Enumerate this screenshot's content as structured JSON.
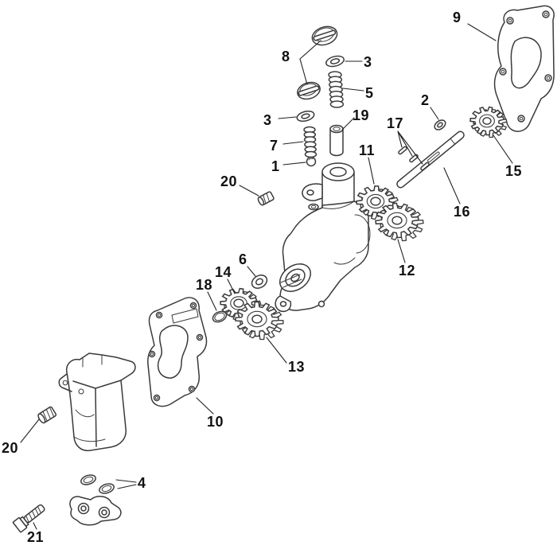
{
  "diagram": {
    "type": "exploded-parts-diagram",
    "background": "#ffffff",
    "line_color": "#3a3a3a",
    "label_color": "#111111",
    "callouts": [
      {
        "label": "8"
      },
      {
        "label": "3"
      },
      {
        "label": "5"
      },
      {
        "label": "3"
      },
      {
        "label": "19"
      },
      {
        "label": "7"
      },
      {
        "label": "1"
      },
      {
        "label": "9"
      },
      {
        "label": "2"
      },
      {
        "label": "17"
      },
      {
        "label": "15"
      },
      {
        "label": "11"
      },
      {
        "label": "16"
      },
      {
        "label": "12"
      },
      {
        "label": "20"
      },
      {
        "label": "6"
      },
      {
        "label": "14"
      },
      {
        "label": "18"
      },
      {
        "label": "13"
      },
      {
        "label": "10"
      },
      {
        "label": "20"
      },
      {
        "label": "4"
      },
      {
        "label": "21"
      }
    ]
  }
}
